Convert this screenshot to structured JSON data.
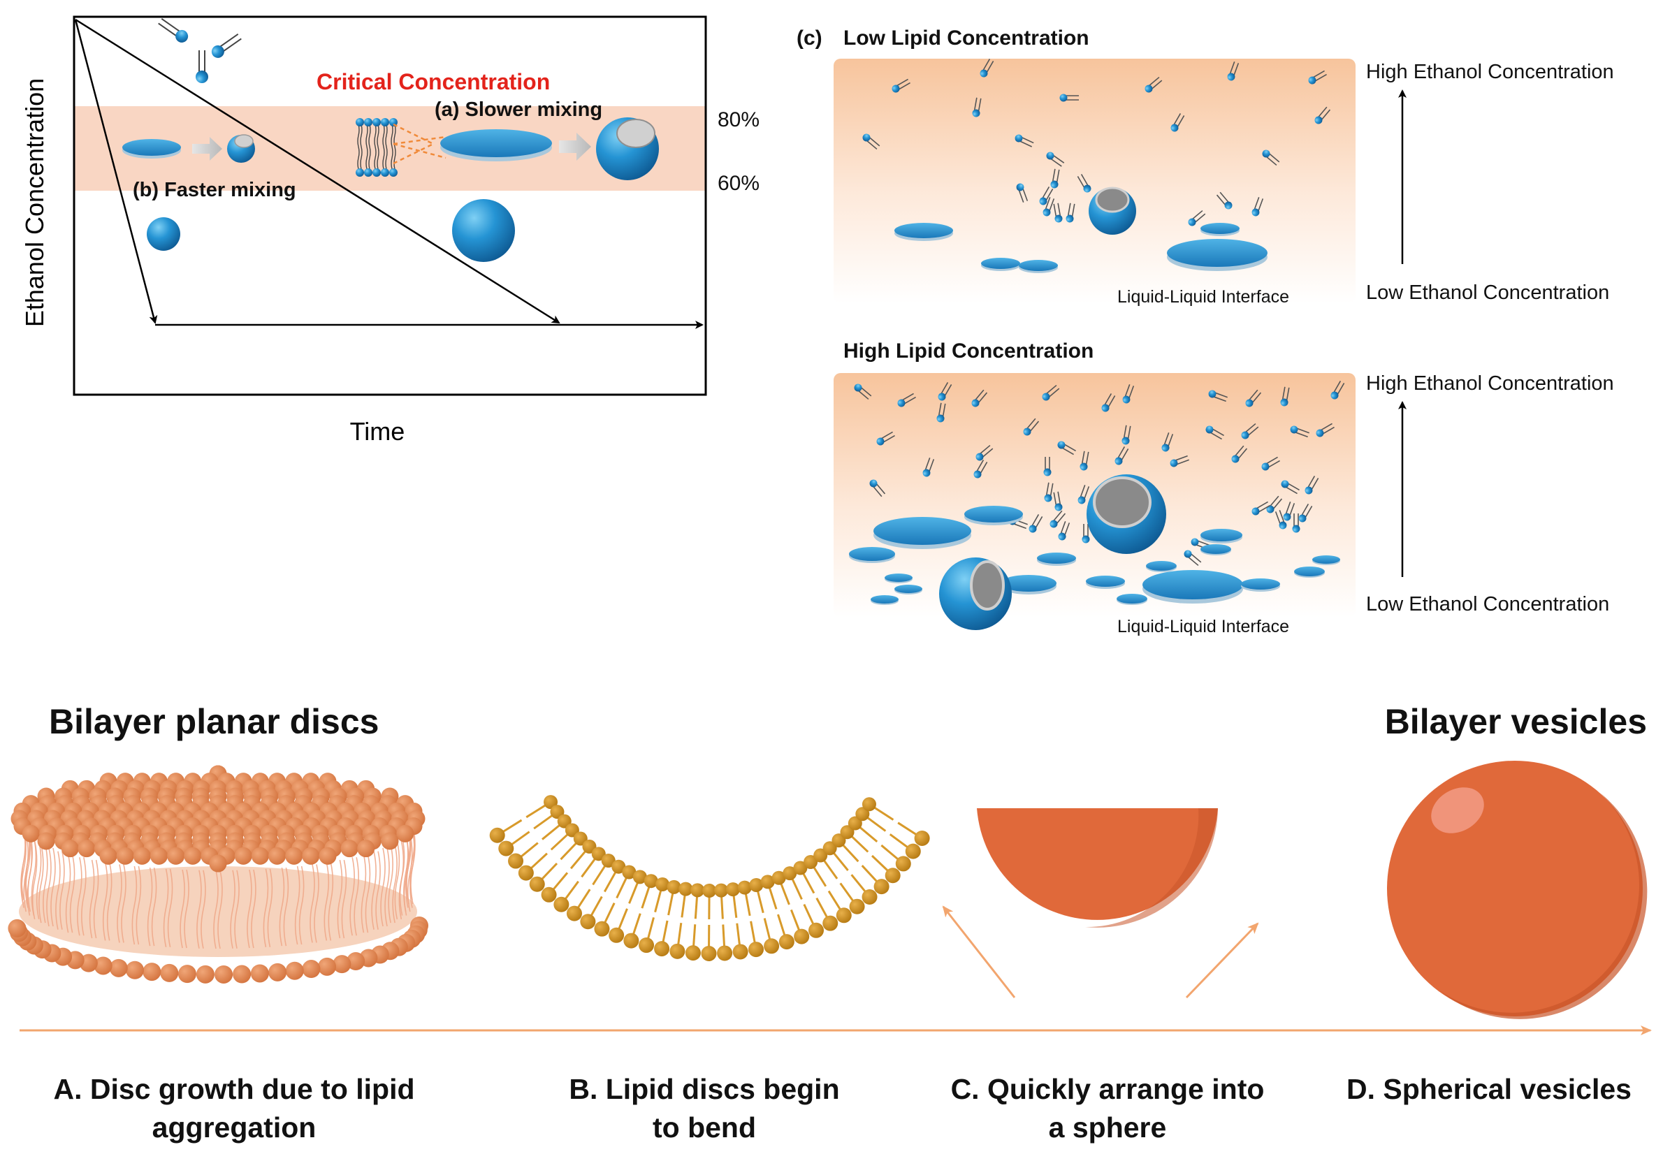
{
  "panel_ab": {
    "y_axis_label": "Ethanol Concentration",
    "x_axis_label": "Time",
    "critical_label": "Critical Concentration",
    "slower_label": "(a) Slower mixing",
    "faster_label": "(b) Faster mixing",
    "pct_high": "80%",
    "pct_low": "60%"
  },
  "panel_c": {
    "tag": "(c)",
    "low_title": "Low Lipid Concentration",
    "high_title": "High Lipid Concentration",
    "high_ethanol": "High Ethanol Concentration",
    "low_ethanol": "Low Ethanol Concentration",
    "interface": "Liquid-Liquid Interface"
  },
  "bottom": {
    "left_title": "Bilayer planar discs",
    "right_title": "Bilayer vesicles",
    "captions": [
      [
        "A. Disc growth due to lipid",
        "aggregation"
      ],
      [
        "B. Lipid discs begin",
        "to bend"
      ],
      [
        "C. Quickly arrange into",
        "a sphere"
      ],
      [
        "D. Spherical vesicles",
        ""
      ]
    ]
  },
  "colors": {
    "band": "#f9d6c3",
    "critical": "#e3231b",
    "blue": "#1e88c8",
    "orange": "#e0693a",
    "gold": "#c98a17",
    "arrow": "#f2a56e"
  }
}
